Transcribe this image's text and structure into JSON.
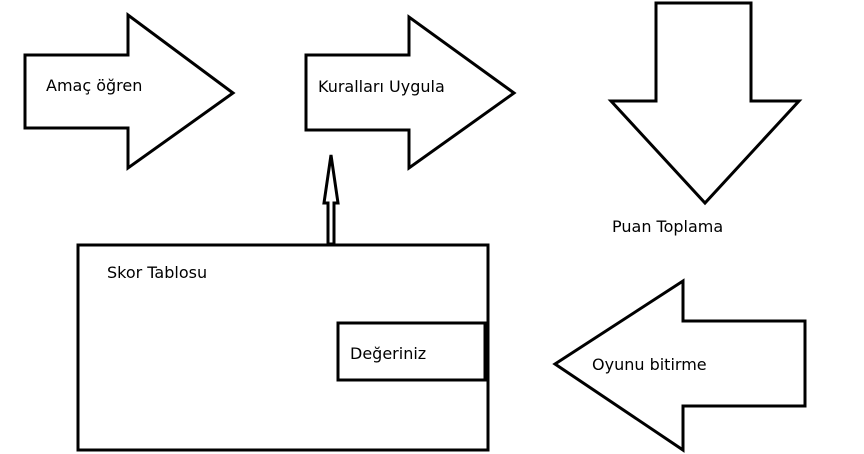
{
  "diagram": {
    "labels": {
      "amac": "Amaç öğren",
      "kurallar": "Kuralları Uygula",
      "puan": "Puan Toplama",
      "oyunu": "Oyunu bitirme",
      "skor": "Skor Tablosu",
      "degeriniz": "Değeriniz"
    },
    "colors": {
      "stroke": "#000000",
      "fill": "#ffffff",
      "text": "#000000"
    }
  }
}
